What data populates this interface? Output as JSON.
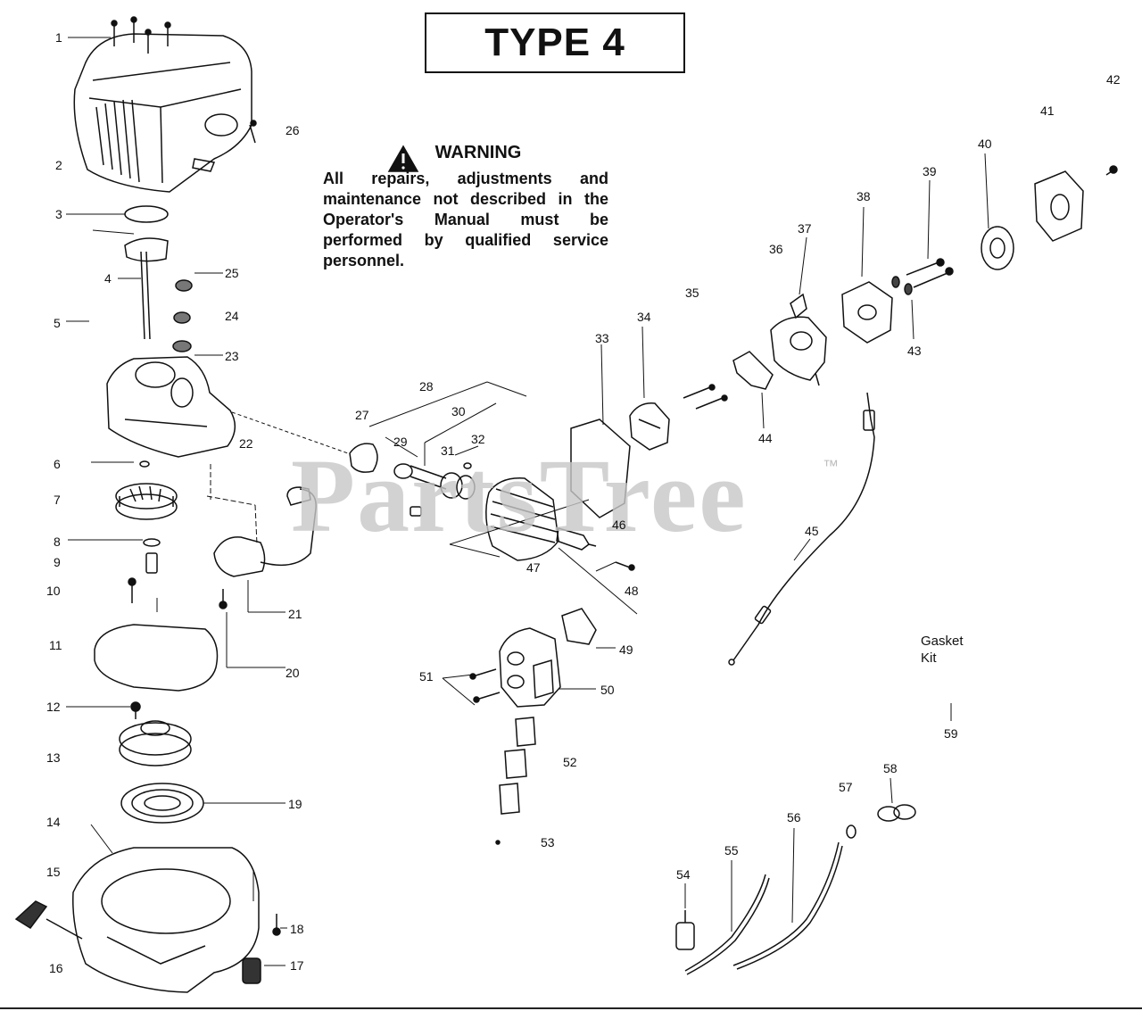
{
  "title": "TYPE 4",
  "warning": {
    "heading": "WARNING",
    "body": "All repairs, adjustments and maintenance not described in the Operator's Manual must be performed by qualified service personnel."
  },
  "watermark": "PartsTree",
  "watermark_tm": "™",
  "gasket_kit": {
    "line1": "Gasket",
    "line2": "Kit"
  },
  "callouts": [
    "1",
    "2",
    "3",
    "4",
    "5",
    "6",
    "7",
    "8",
    "9",
    "10",
    "11",
    "12",
    "13",
    "14",
    "15",
    "16",
    "17",
    "18",
    "19",
    "20",
    "21",
    "22",
    "23",
    "24",
    "25",
    "26",
    "27",
    "28",
    "29",
    "30",
    "31",
    "32",
    "33",
    "34",
    "35",
    "36",
    "37",
    "38",
    "39",
    "40",
    "41",
    "42",
    "43",
    "44",
    "45",
    "46",
    "47",
    "48",
    "49",
    "50",
    "51",
    "52",
    "53",
    "54",
    "55",
    "56",
    "57",
    "58",
    "59"
  ]
}
